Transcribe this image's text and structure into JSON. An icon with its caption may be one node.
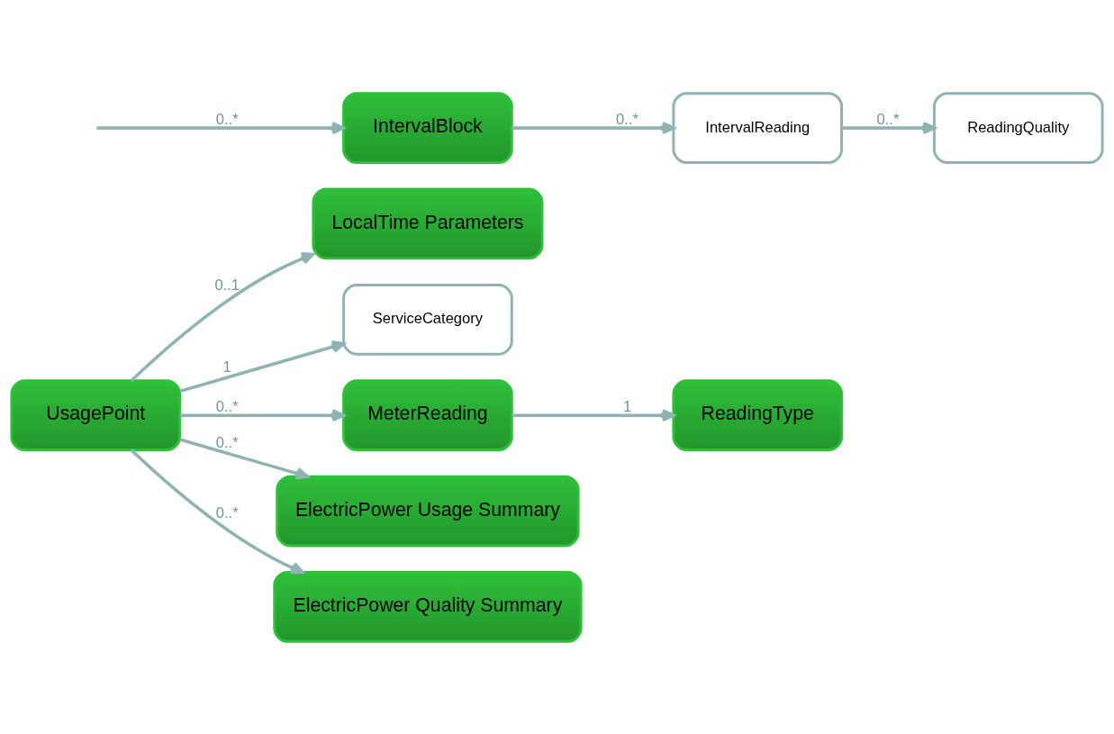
{
  "diagram": {
    "nodes": [
      {
        "text": [
          "UsagePoint"
        ]
      },
      {
        "text": [
          "LocalTime Parameters"
        ]
      },
      {
        "text": [
          "ServiceCategory"
        ]
      },
      {
        "text": [
          "MeterReading"
        ]
      },
      {
        "text": [
          "ReadingType"
        ]
      },
      {
        "text": [
          "ElectricPower Usage Summary"
        ]
      },
      {
        "text": [
          "ElectricPower Quality Summary"
        ]
      },
      {
        "text": [
          "IntervalBlock"
        ]
      },
      {
        "text": [
          "IntervalReading"
        ]
      },
      {
        "text": [
          "ReadingQuality"
        ]
      }
    ],
    "edges": [
      {
        "from": 0,
        "to": 1,
        "arrow": "to",
        "label": "0..1"
      },
      {
        "from": 0,
        "to": 2,
        "arrow": "to",
        "label": "1"
      },
      {
        "from": 0,
        "to": 3,
        "arrow": "to",
        "label": "0..*"
      },
      {
        "from": 3,
        "to": 4,
        "arrow": "to",
        "label": "1"
      },
      {
        "from": 0,
        "to": 5,
        "arrow": "to",
        "label": "0..*"
      },
      {
        "from": 0,
        "to": 6,
        "arrow": "to",
        "label": "0..*"
      },
      {
        "from": null,
        "to": 7,
        "arrow": "to",
        "label": "0..*"
      },
      {
        "from": 7,
        "to": 8,
        "arrow": "to",
        "label": "0..*"
      },
      {
        "from": 8,
        "to": 9,
        "arrow": "to",
        "label": "0..*"
      }
    ]
  }
}
